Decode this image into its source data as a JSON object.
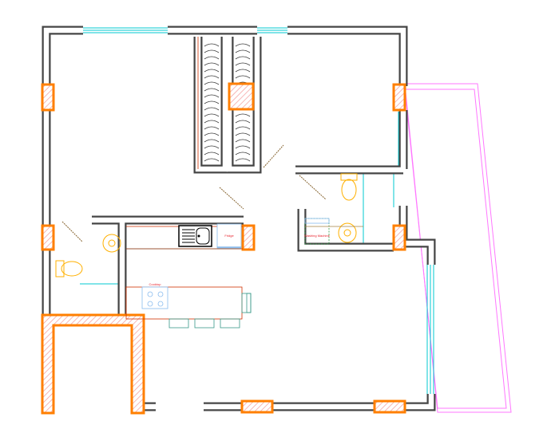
{
  "labels": {
    "fridge": "Fridge",
    "washing_machine": "Washing Machine",
    "cooktop": "Cooktop"
  },
  "colors": {
    "wall": "#454545",
    "column": "#ff7f00",
    "column_hatch": "#f7b8b8",
    "window": "#00c8d0",
    "balcony": "#ff66ff",
    "counter": "#d03000",
    "fixture": "#ffb000",
    "appliance": "#88bbee"
  }
}
